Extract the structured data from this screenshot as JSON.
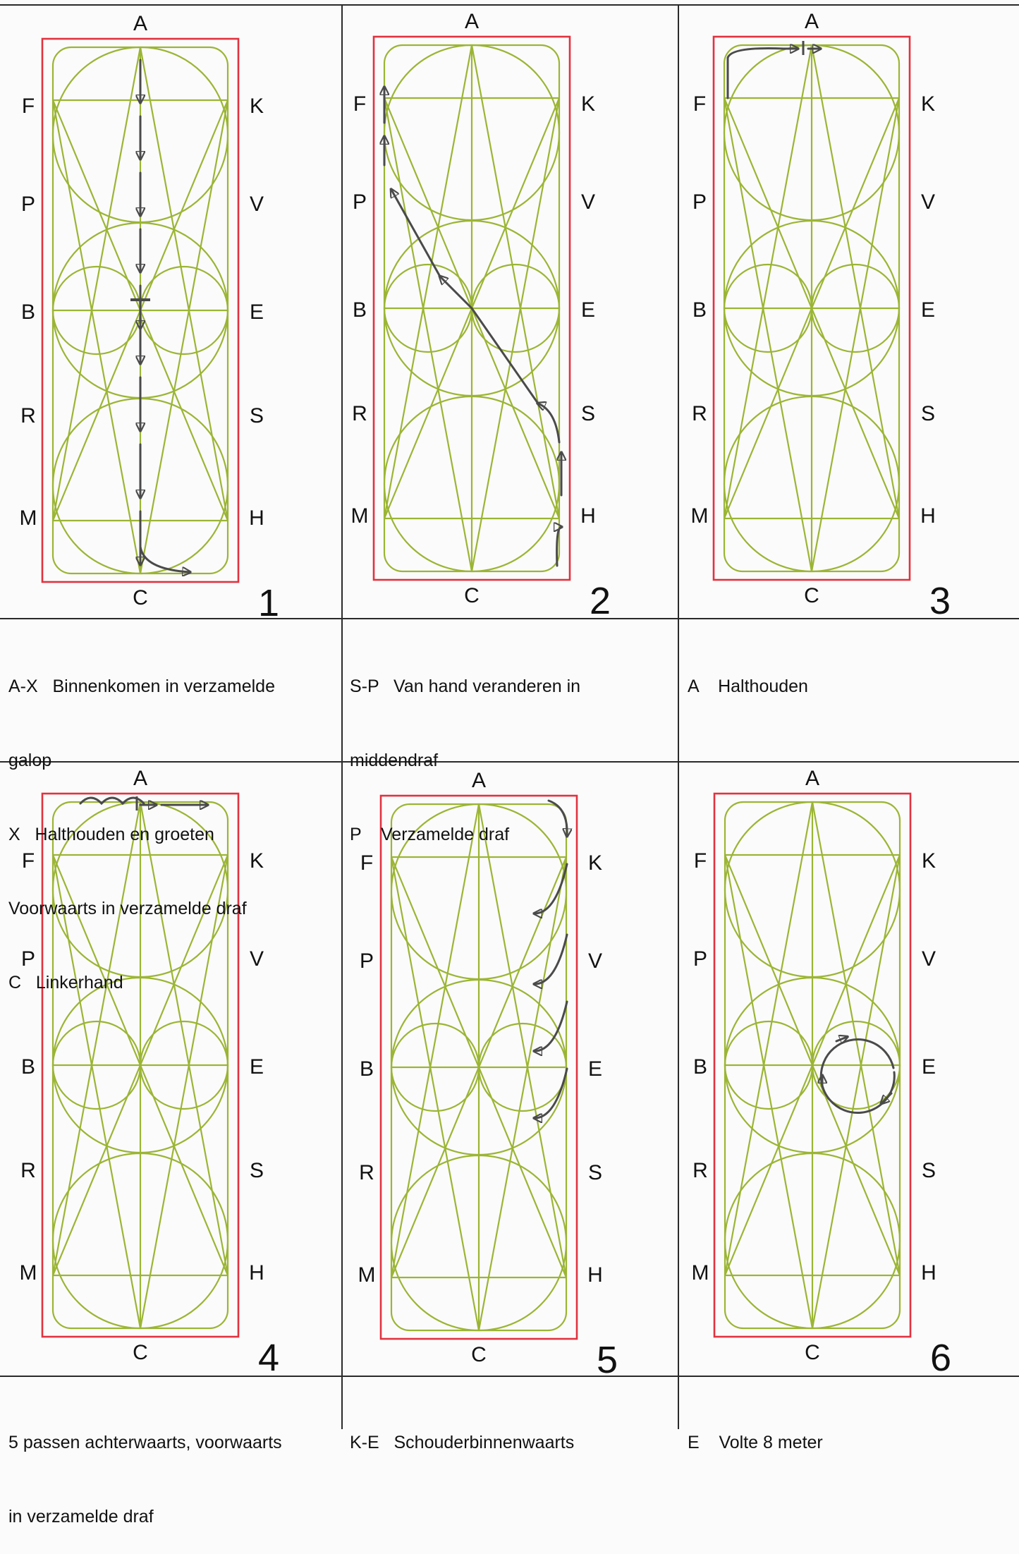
{
  "arena_letters": {
    "top": "A",
    "bottom": "C",
    "left": [
      "F",
      "P",
      "B",
      "R",
      "M"
    ],
    "right": [
      "K",
      "V",
      "E",
      "S",
      "H"
    ]
  },
  "colors": {
    "arena_border": "#e1323f",
    "arena_lines": "#9bb534",
    "pen": "#4a4a4a",
    "ink": "#111111"
  },
  "panels": [
    {
      "number": "1",
      "lines": [
        "A-X   Binnenkomen in verzamelde",
        "galop",
        "X   Halthouden en groeten",
        "Voorwaarts in verzamelde draf",
        "C   Linkerhand"
      ],
      "path_icon": "center-line-arrows-icon"
    },
    {
      "number": "2",
      "lines": [
        "S-P   Van hand veranderen in",
        "middendraf",
        "P    Verzamelde draf"
      ],
      "path_icon": "diagonal-change-arrows-icon"
    },
    {
      "number": "3",
      "lines": [
        "A    Halthouden"
      ],
      "path_icon": "halt-arrow-icon"
    },
    {
      "number": "4",
      "lines": [
        "5 passen achterwaarts, voorwaarts",
        "in verzamelde draf"
      ],
      "path_icon": "rein-back-arrow-icon"
    },
    {
      "number": "5",
      "lines": [
        "K-E   Schouderbinnenwaarts"
      ],
      "path_icon": "shoulder-in-arrows-icon"
    },
    {
      "number": "6",
      "lines": [
        "E    Volte 8 meter"
      ],
      "path_icon": "volte-circle-icon"
    }
  ]
}
